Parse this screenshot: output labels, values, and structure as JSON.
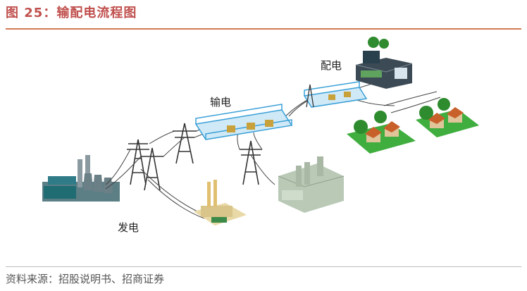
{
  "title": "图 25：输配电流程图",
  "stages": {
    "generation": "发电",
    "transmission": "输电",
    "distribution": "配电"
  },
  "source": "资料来源：招股说明书、招商证券",
  "colors": {
    "accent": "#c0504d",
    "rule": "#d07a55",
    "grid_frame": "#3aa0d8",
    "house_roof": "#c8602a",
    "tree": "#2e8b2e",
    "lawn": "#3fae3f"
  }
}
